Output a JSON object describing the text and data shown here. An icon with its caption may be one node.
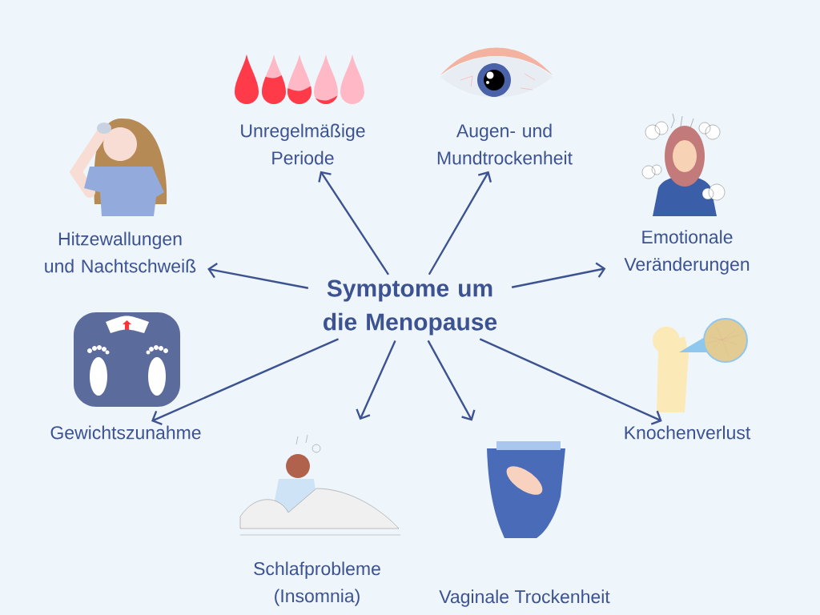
{
  "diagram": {
    "nodes": [
      {
        "text": [
          "Symptome um die Menopause"
        ]
      },
      {
        "text": [
          "Hitzewallungen und Nachtschweiß"
        ]
      },
      {
        "text": [
          "Unregelmäßige Periode"
        ]
      },
      {
        "text": [
          "Augen- und Mundtrockenheit"
        ]
      },
      {
        "text": [
          "Emotionale Veränderungen"
        ]
      },
      {
        "text": [
          "Gewichtszunahme"
        ]
      },
      {
        "text": [
          "Schlafprobleme (Insomnia)"
        ]
      },
      {
        "text": [
          "Vaginale Trockenheit"
        ]
      },
      {
        "text": [
          "Knochenverlust"
        ]
      }
    ],
    "edges": [
      {
        "from": 0,
        "to": 1,
        "arrow": "to"
      },
      {
        "from": 0,
        "to": 2,
        "arrow": "to"
      },
      {
        "from": 0,
        "to": 3,
        "arrow": "to"
      },
      {
        "from": 0,
        "to": 4,
        "arrow": "to"
      },
      {
        "from": 0,
        "to": 5,
        "arrow": "to"
      },
      {
        "from": 0,
        "to": 6,
        "arrow": "to"
      },
      {
        "from": 0,
        "to": 7,
        "arrow": "to"
      },
      {
        "from": 0,
        "to": 8,
        "arrow": "to"
      }
    ]
  }
}
